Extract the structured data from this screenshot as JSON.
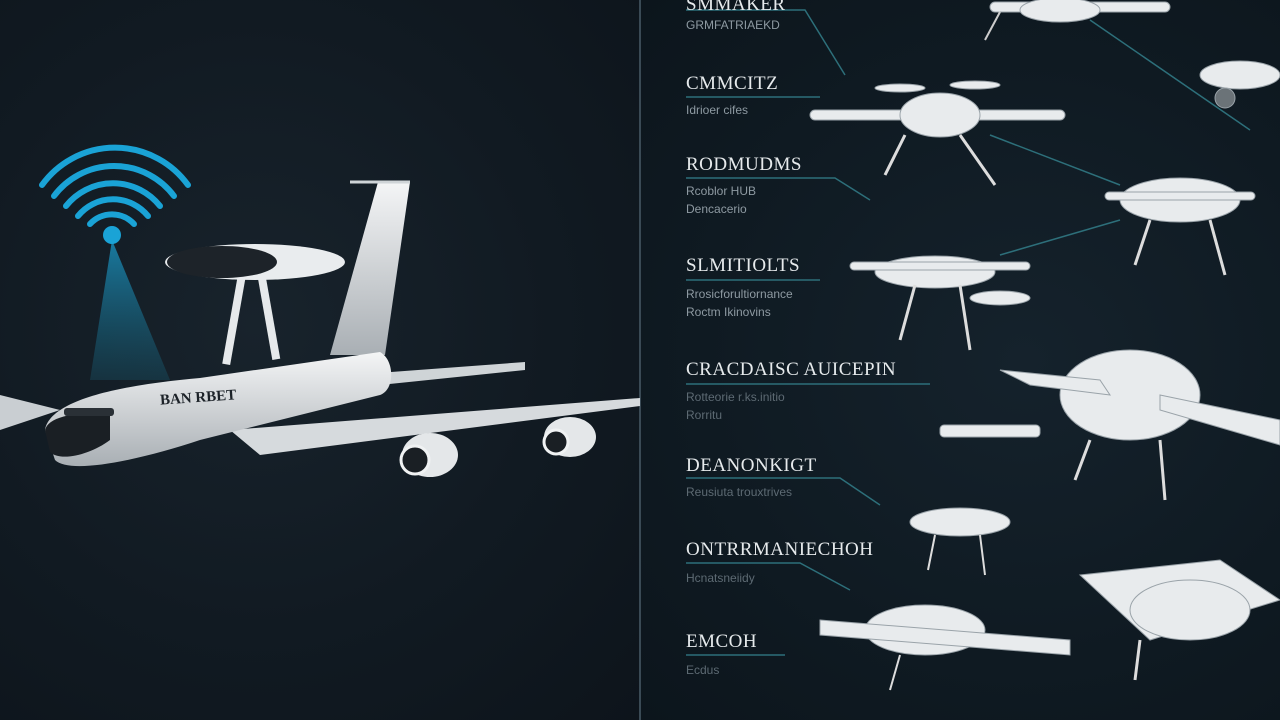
{
  "left_panel": {
    "aircraft_label": "BAN RBET",
    "signal_icon": "wifi-signal-icon",
    "signal_color": "#1aa3d6"
  },
  "right_panel": {
    "items": [
      {
        "title": "SMMAKER",
        "lines": [
          "GRMFATRIAEKD"
        ]
      },
      {
        "title": "CMMCITZ",
        "lines": [
          "Idrioer cifes"
        ]
      },
      {
        "title": "RODMUDMS",
        "lines": [
          "Rcoblor HUB",
          "Dencacerio"
        ]
      },
      {
        "title": "SLMITIOLTS",
        "lines": [
          "Rrosicforultiornance",
          "Roctm Ikinovins"
        ]
      },
      {
        "title": "CRACDAISC AUICEPIN",
        "lines": [
          "Rotteorie r.ks.initio",
          "Rorritu"
        ]
      },
      {
        "title": "DEANONKIGT",
        "lines": [
          "Reusiuta trouxtrives"
        ]
      },
      {
        "title": "ONTRRMANIECHOH",
        "lines": [
          "Hcnatsneiidy"
        ]
      },
      {
        "title": "EMCOH",
        "lines": [
          "Ecdus"
        ]
      }
    ]
  },
  "colors": {
    "background": "#0f1820",
    "accent_line": "#2d6f7a",
    "text": "#e6eaec"
  }
}
